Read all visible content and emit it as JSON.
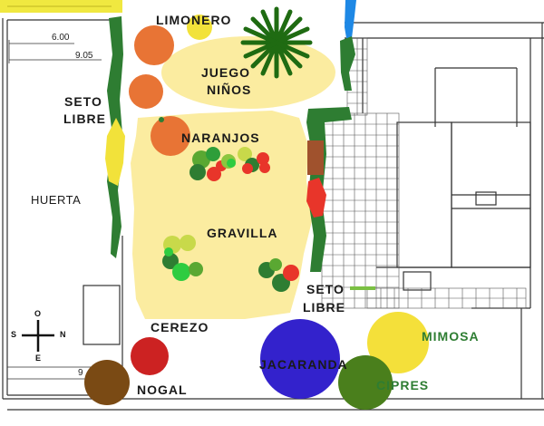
{
  "colors": {
    "lawn": "#fbeca0",
    "hedge": "#2e7d32",
    "water": "#1e88e5",
    "orange_tree": "#e87435",
    "lemon": "#f2e23a",
    "jacaranda": "#3322cc",
    "mimosa": "#f4e03a",
    "cypress": "#4a7f1c",
    "walnut": "#7a4a14",
    "cherry": "#cc2222",
    "palm": "#1f6b12"
  },
  "dimensions": {
    "d1": "6.00",
    "d2": "9.05",
    "d3": "9"
  },
  "labels": {
    "limonero": "LIMONERO",
    "juego_1": "JUEGO",
    "juego_2": "NIÑOS",
    "seto_libre_left_1": "SETO",
    "seto_libre_left_2": "LIBRE",
    "naranjos": "NARANJOS",
    "huerta": "HUERTA",
    "gravilla": "GRAVILLA",
    "seto_libre_right_1": "SETO",
    "seto_libre_right_2": "LIBRE",
    "cerezo": "CEREZO",
    "nogal": "NOGAL",
    "jacaranda": "JACARANDA",
    "mimosa": "MIMOSA",
    "cipres": "CIPRES"
  },
  "compass": {
    "north": "N",
    "south": "S",
    "east": "E",
    "west": "O"
  }
}
